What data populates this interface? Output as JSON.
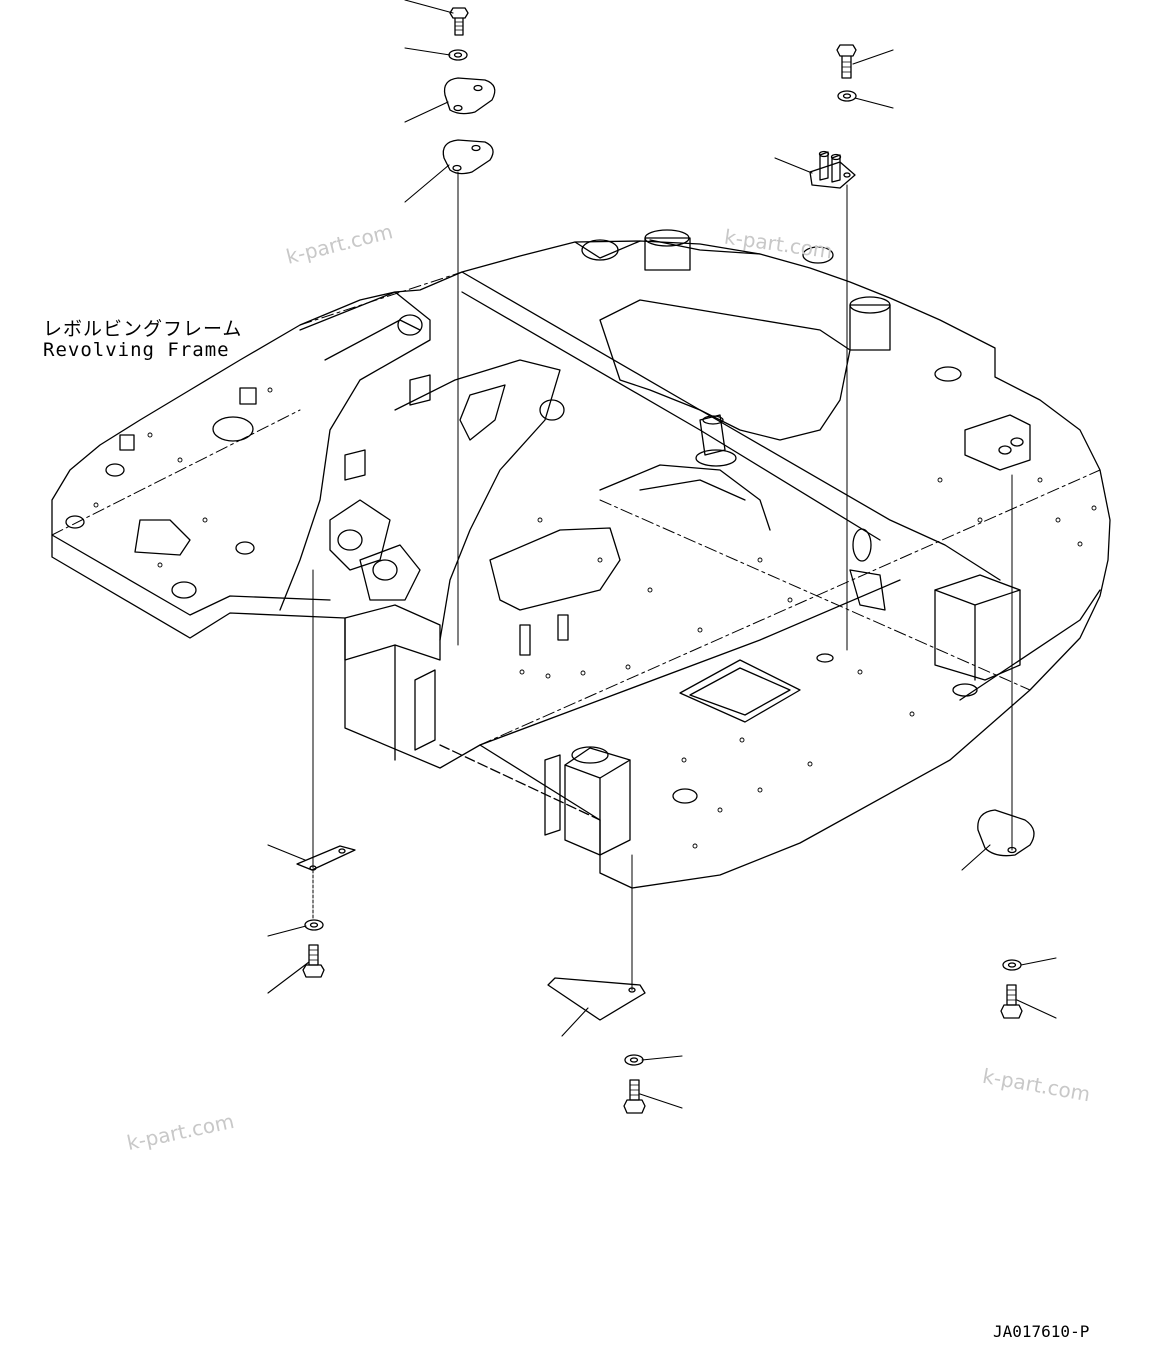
{
  "diagram": {
    "frame_label_jp": "レボルビングフレーム",
    "frame_label_en": "Revolving Frame",
    "drawing_code": "JA017610-P",
    "watermarks": [
      "k-part.com",
      "k-part.com",
      "k-part.com",
      "k-part.com"
    ],
    "line_color": "#000000",
    "watermark_color": "#c8c8c8"
  }
}
